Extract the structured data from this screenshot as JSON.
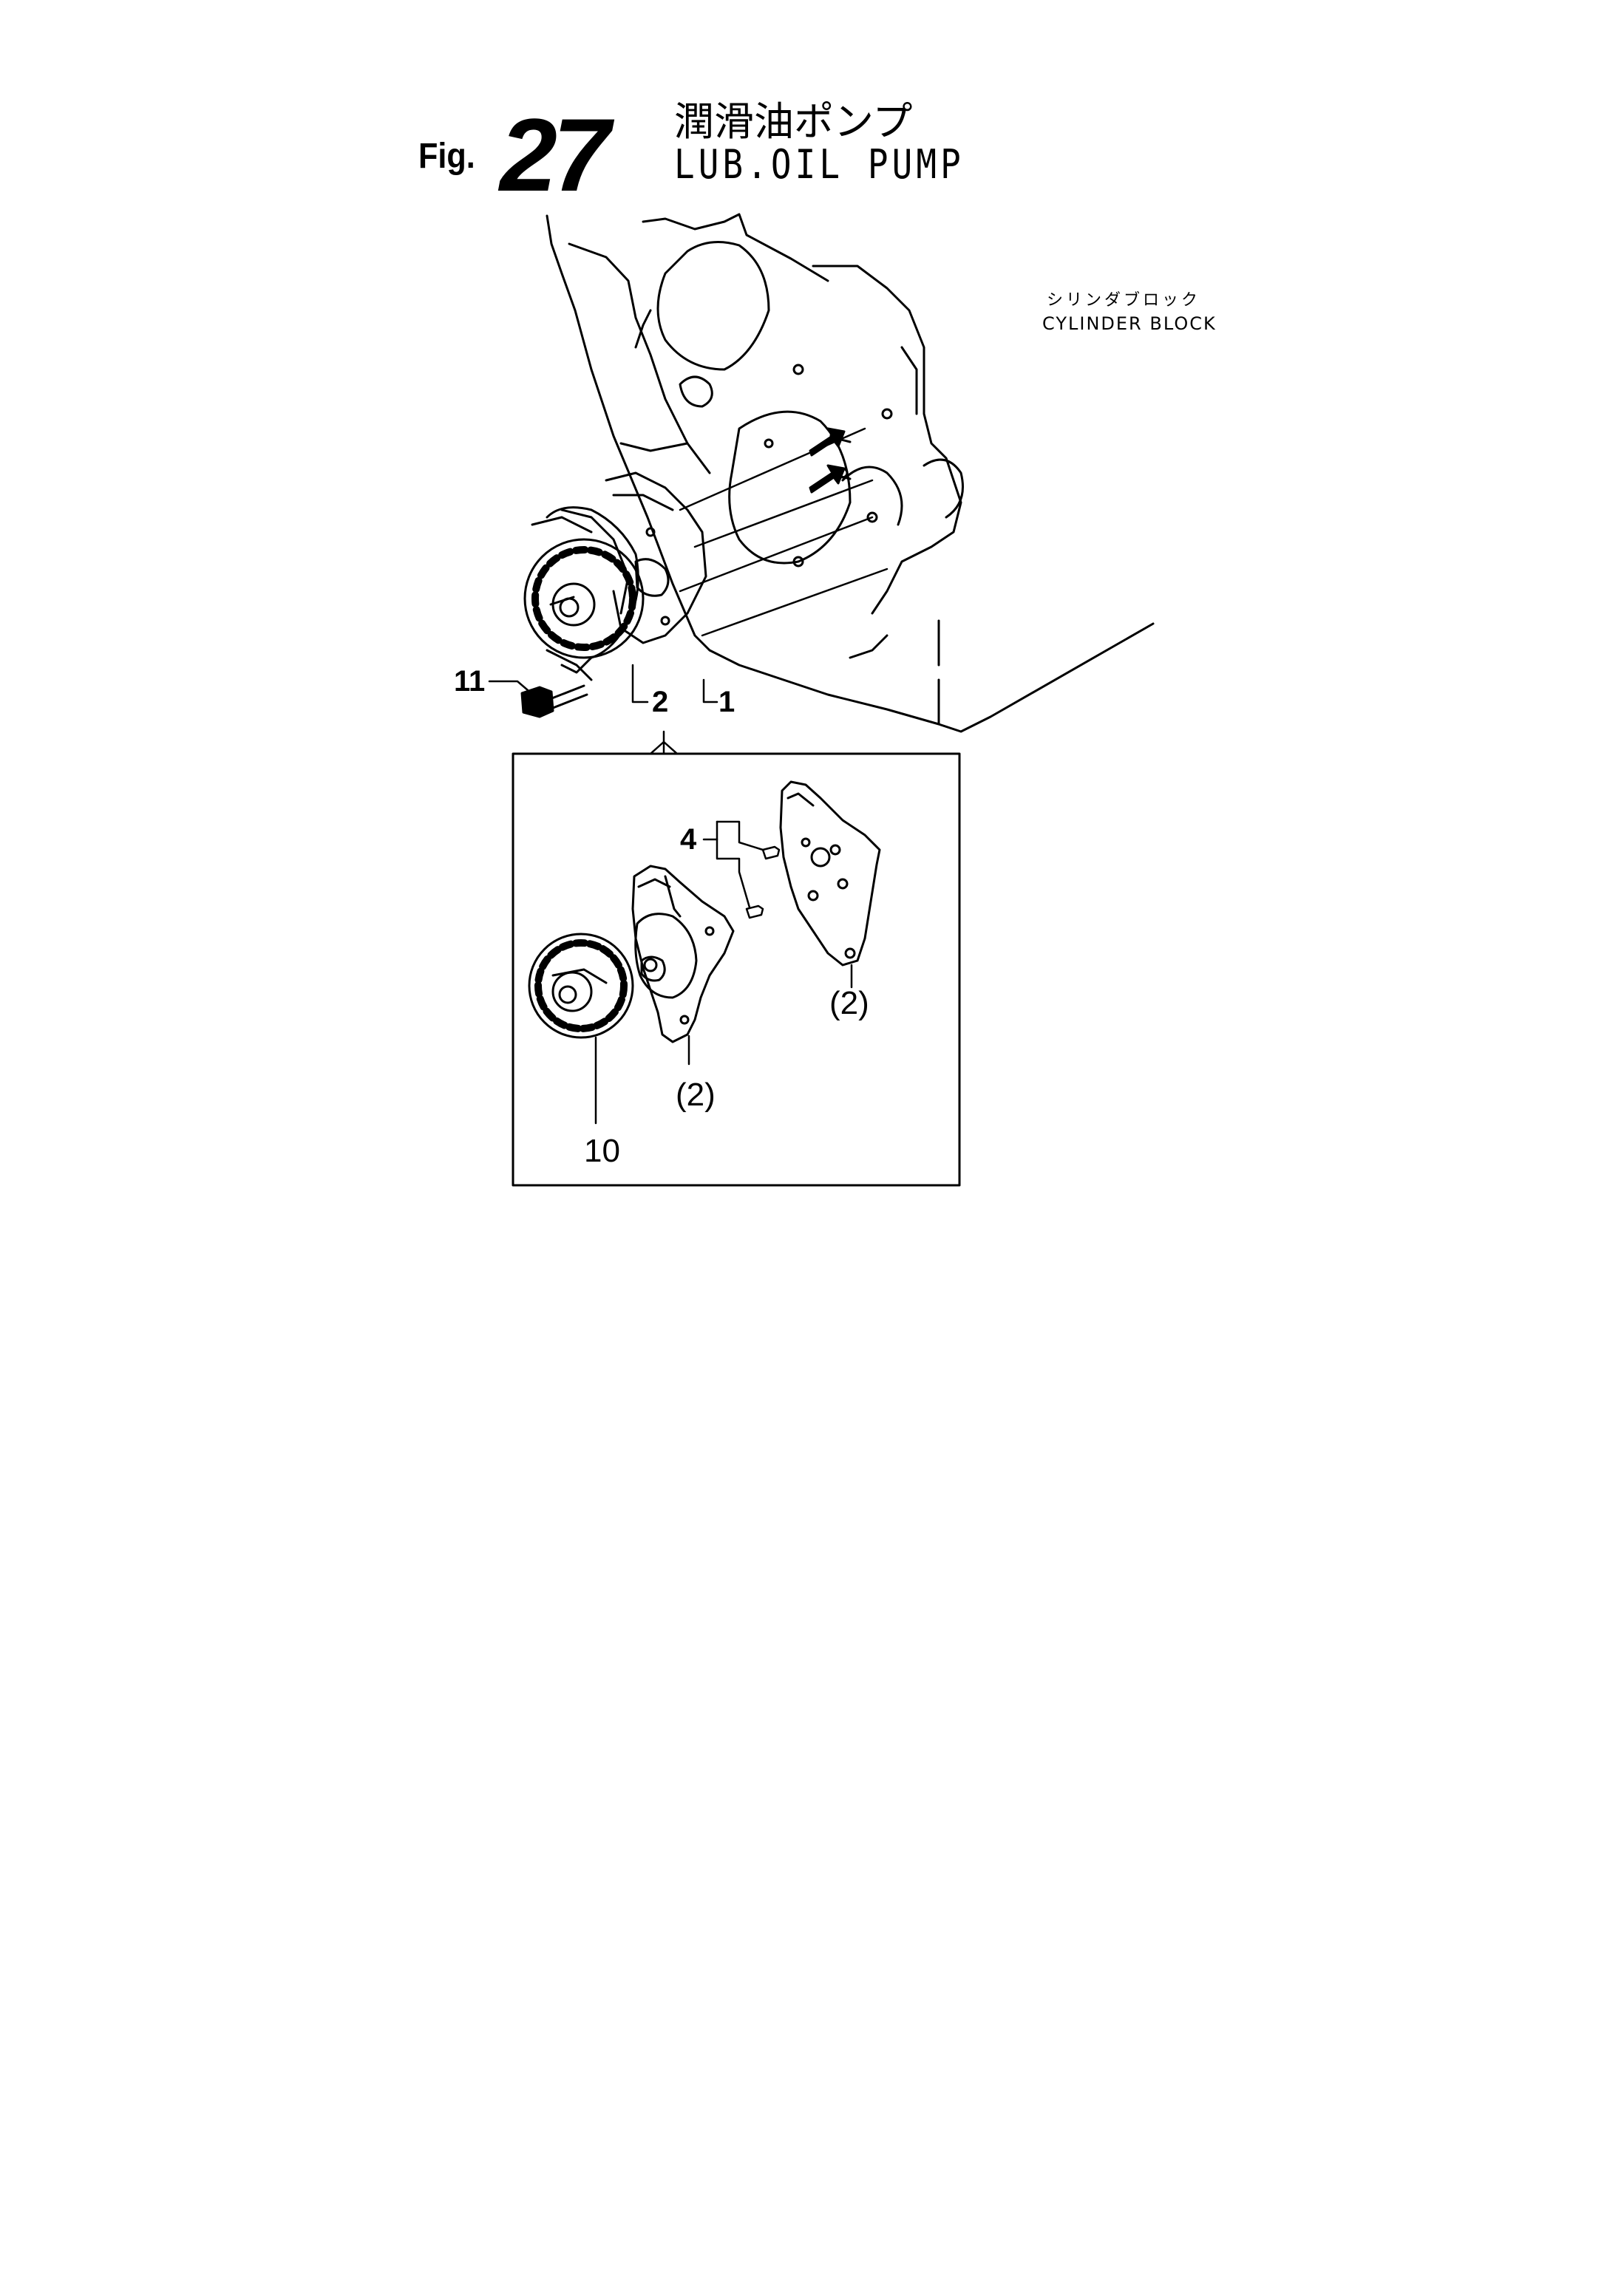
{
  "header": {
    "fig_prefix": "Fig.",
    "fig_number": "27",
    "title_jp": "潤滑油ポンプ",
    "title_en": "LUB.OIL PUMP"
  },
  "labels": {
    "cylinder_block_jp": "シリンダブロック",
    "cylinder_block_en": "CYLINDER BLOCK"
  },
  "callouts": {
    "bolt": "11",
    "pump_assembly": "2",
    "gasket": "1",
    "dowel_pins": "4",
    "plate_ref": "(2)",
    "body_ref": "(2)",
    "gear": "10"
  },
  "colors": {
    "ink": "#000000",
    "paper": "#ffffff"
  }
}
